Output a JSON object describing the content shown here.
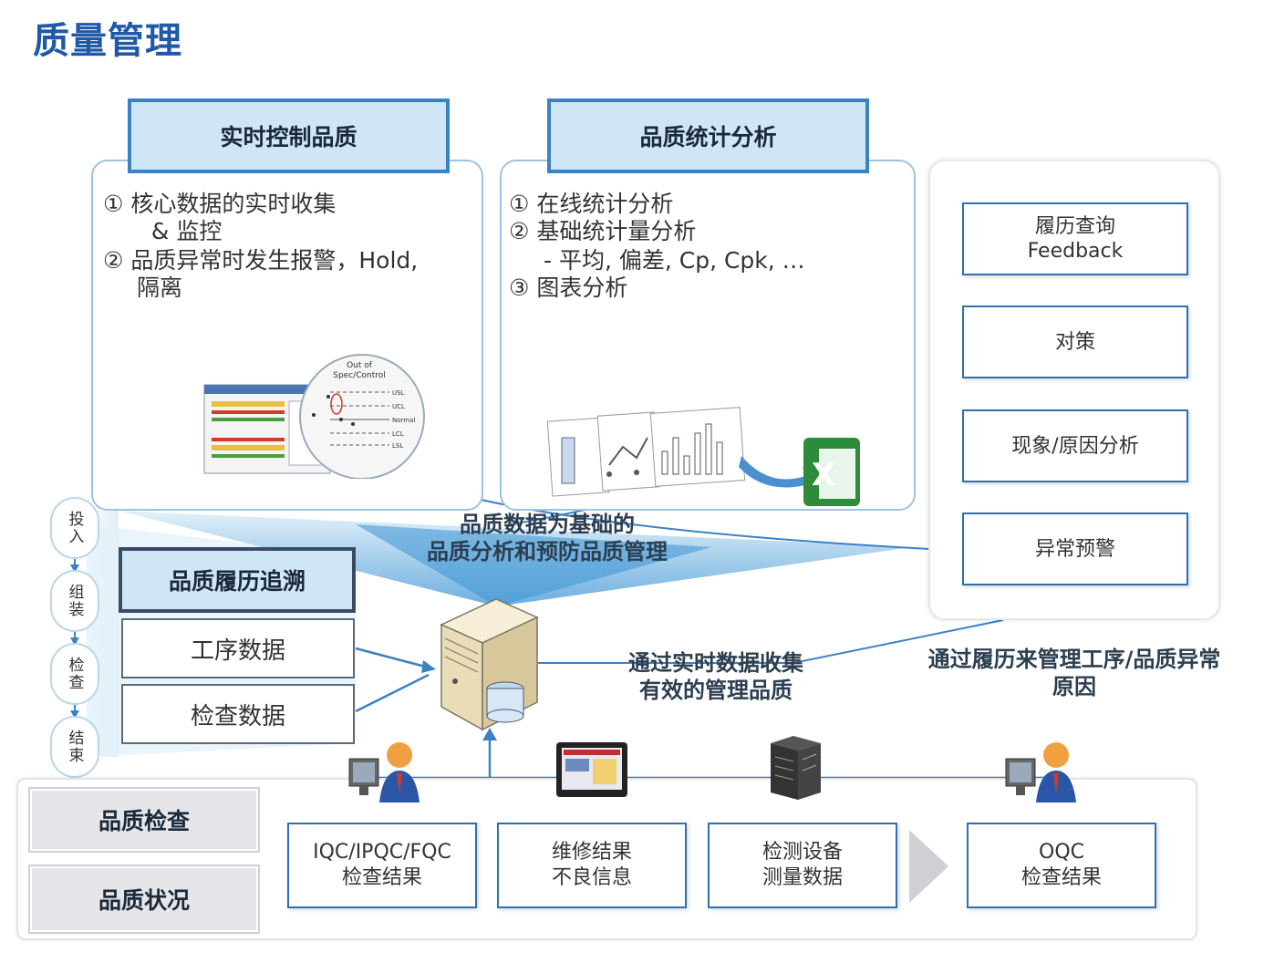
{
  "title": "质量管理",
  "realtime": {
    "header": "实时控制品质",
    "lines": [
      "① 核心数据的实时收集",
      "  & 监控",
      "② 品质异常时发生报警，Hold,",
      "隔离"
    ],
    "spec_labels": [
      "Out of",
      "Spec/Control",
      "USL",
      "UCL",
      "Normal",
      "LCL",
      "LSL"
    ]
  },
  "statistics": {
    "header": "品质统计分析",
    "lines": [
      "① 在线统计分析",
      "② 基础统计量分析",
      "- 平均, 偏差, Cp, Cpk, …",
      "③ 图表分析"
    ]
  },
  "flow": {
    "steps": [
      {
        "line1": "履历查询",
        "line2": "Feedback"
      },
      {
        "line1": "对策",
        "line2": ""
      },
      {
        "line1": "现象/原因分析",
        "line2": ""
      },
      {
        "line1": "异常预警",
        "line2": ""
      }
    ]
  },
  "center_caption": [
    "品质数据为基础的",
    "品质分析和预防品质管理"
  ],
  "traceability": {
    "header": "品质履历追溯",
    "rows": [
      "工序数据",
      "检查数据"
    ]
  },
  "process_steps": [
    "投入",
    "组装",
    "检查",
    "结束"
  ],
  "realtime_caption": [
    "通过实时数据收集",
    "有效的管理品质"
  ],
  "history_caption": [
    "通过履历来管理工序/品质异常",
    "原因"
  ],
  "left_labels": [
    "品质检查",
    "品质状况"
  ],
  "bottom_boxes": [
    {
      "line1": "IQC/IPQC/FQC",
      "line2": "检查结果"
    },
    {
      "line1": "维修结果",
      "line2": "不良信息"
    },
    {
      "line1": "检测设备",
      "line2": "测量数据"
    },
    {
      "line1": "OQC",
      "line2": "检查结果"
    }
  ],
  "colors": {
    "accent": "#1f5aa8",
    "header_fill": "#cfe6f5",
    "border": "#2f6fb2",
    "wedge": "#4aa3dc"
  }
}
